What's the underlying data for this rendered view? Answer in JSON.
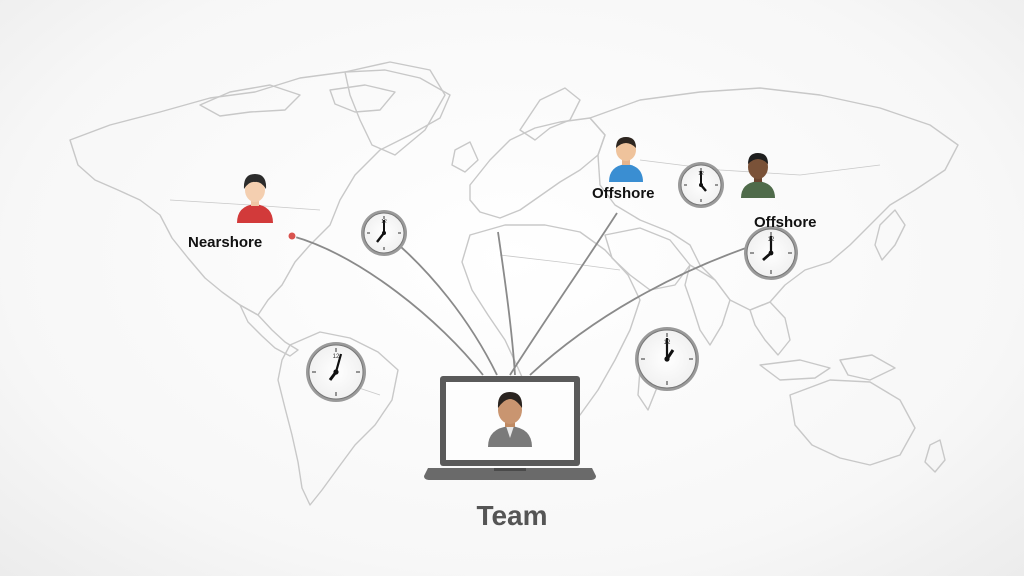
{
  "labels": {
    "nearshore": "Nearshore",
    "offshore_1": "Offshore",
    "offshore_2": "Offshore",
    "team": "Team"
  },
  "clock_numeral": "12",
  "icons": {
    "map": "world-map-icon",
    "person": "person-avatar-icon",
    "clock": "clock-icon",
    "laptop": "laptop-icon"
  },
  "colors": {
    "map_outline": "#c8c8c8",
    "connector": "#8a8a8a",
    "nearshore_shirt": "#d23a3a",
    "offshore1_shirt": "#3a8ed2",
    "offshore2_shirt": "#4f6b4a",
    "team_shirt": "#7a7a7a",
    "location_dot": "#d9534f"
  }
}
